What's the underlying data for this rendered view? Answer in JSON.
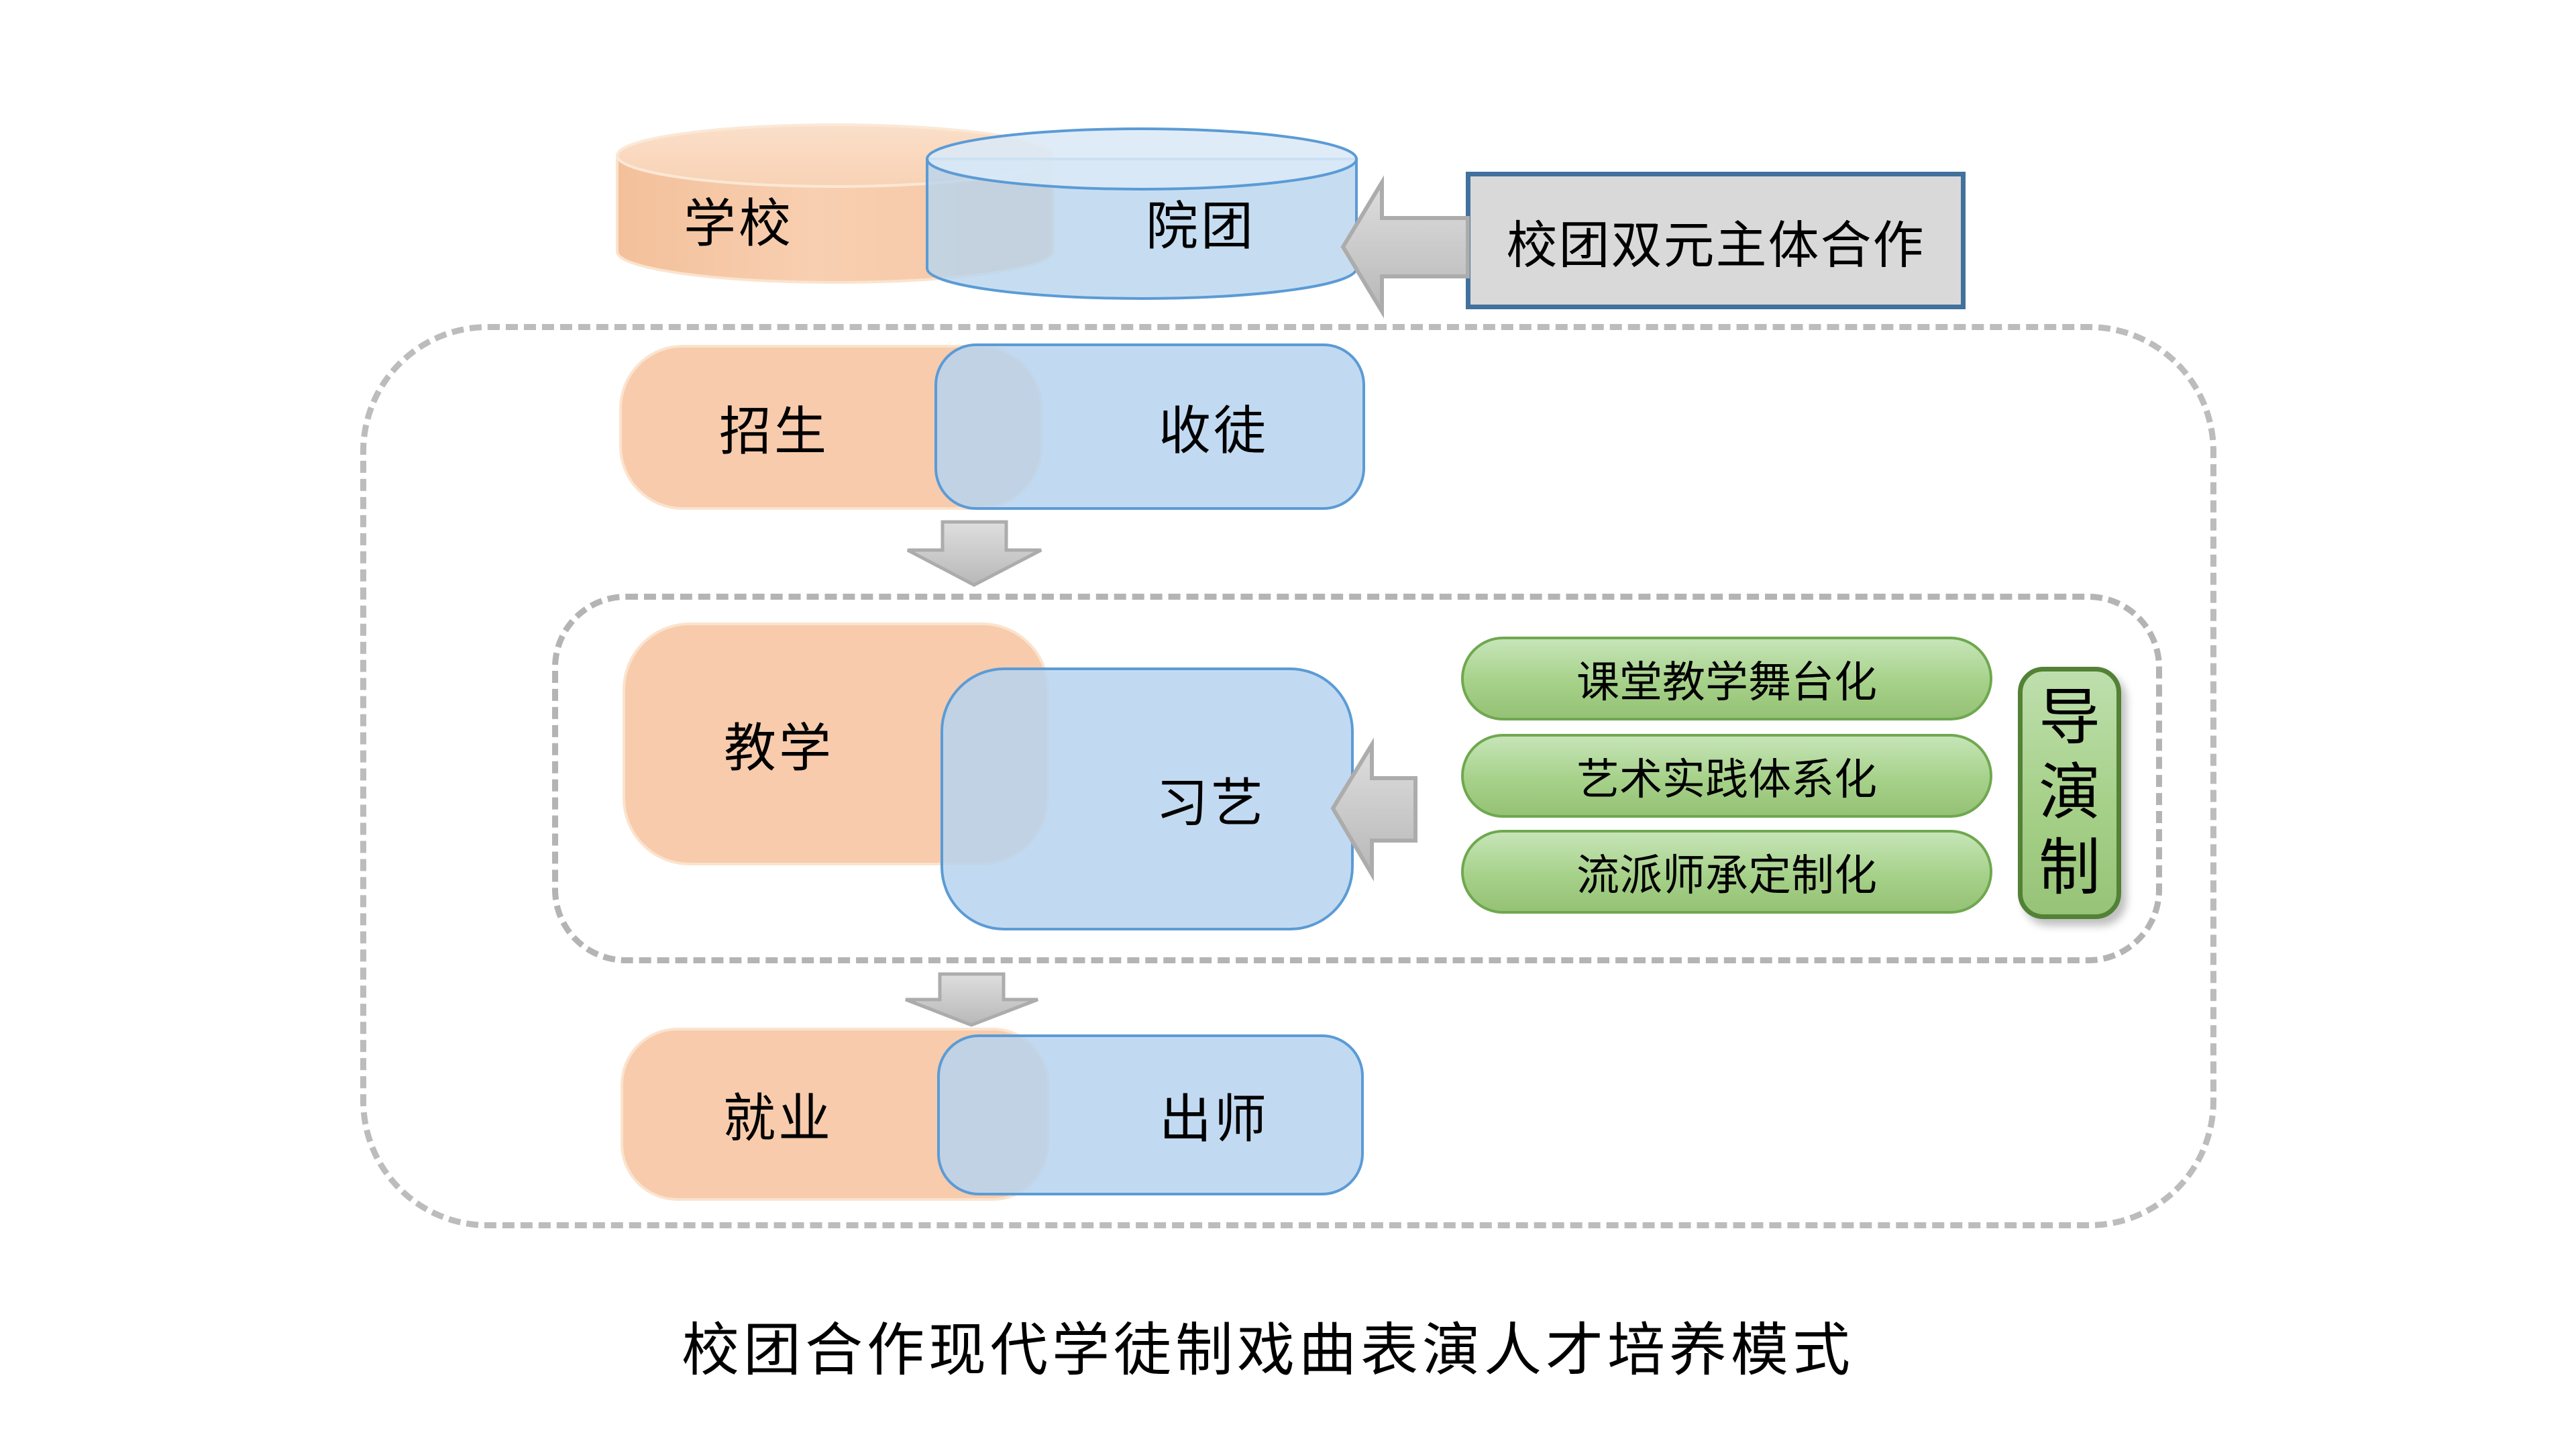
{
  "diagram_title": "校团合作现代学徒制戏曲表演人才培养模式",
  "entities": {
    "school": "学校",
    "troupe": "院团"
  },
  "cooperation_label": "校团双元主体合作",
  "rows": [
    {
      "school": "招生",
      "troupe": "收徒"
    },
    {
      "school": "教学",
      "troupe": "习艺"
    },
    {
      "school": "就业",
      "troupe": "出师"
    }
  ],
  "teaching_features": [
    "课堂教学舞台化",
    "艺术实践体系化",
    "流派师承定制化"
  ],
  "director_system": {
    "label": "导演制",
    "chars": [
      "导",
      "演",
      "制"
    ]
  },
  "colors": {
    "school_orange_fill": "#F7CBAC",
    "school_orange_edge": "#FBE3CD",
    "troupe_blue_fill": "#BDD7EE",
    "troupe_blue_edge": "#5B9BD5",
    "cooperation_gray_fill": "#D9D9D9",
    "cooperation_blue_edge": "#41719C",
    "feature_green_fill": "#A9D18E",
    "feature_green_edge": "#6FA84F",
    "director_green_edge": "#538135",
    "dashed_container_gray": "#BCBCBC",
    "arrow_gray_fill": "#D4D4D4",
    "arrow_gray_edge": "#ACACAC",
    "text_color": "#000000"
  }
}
